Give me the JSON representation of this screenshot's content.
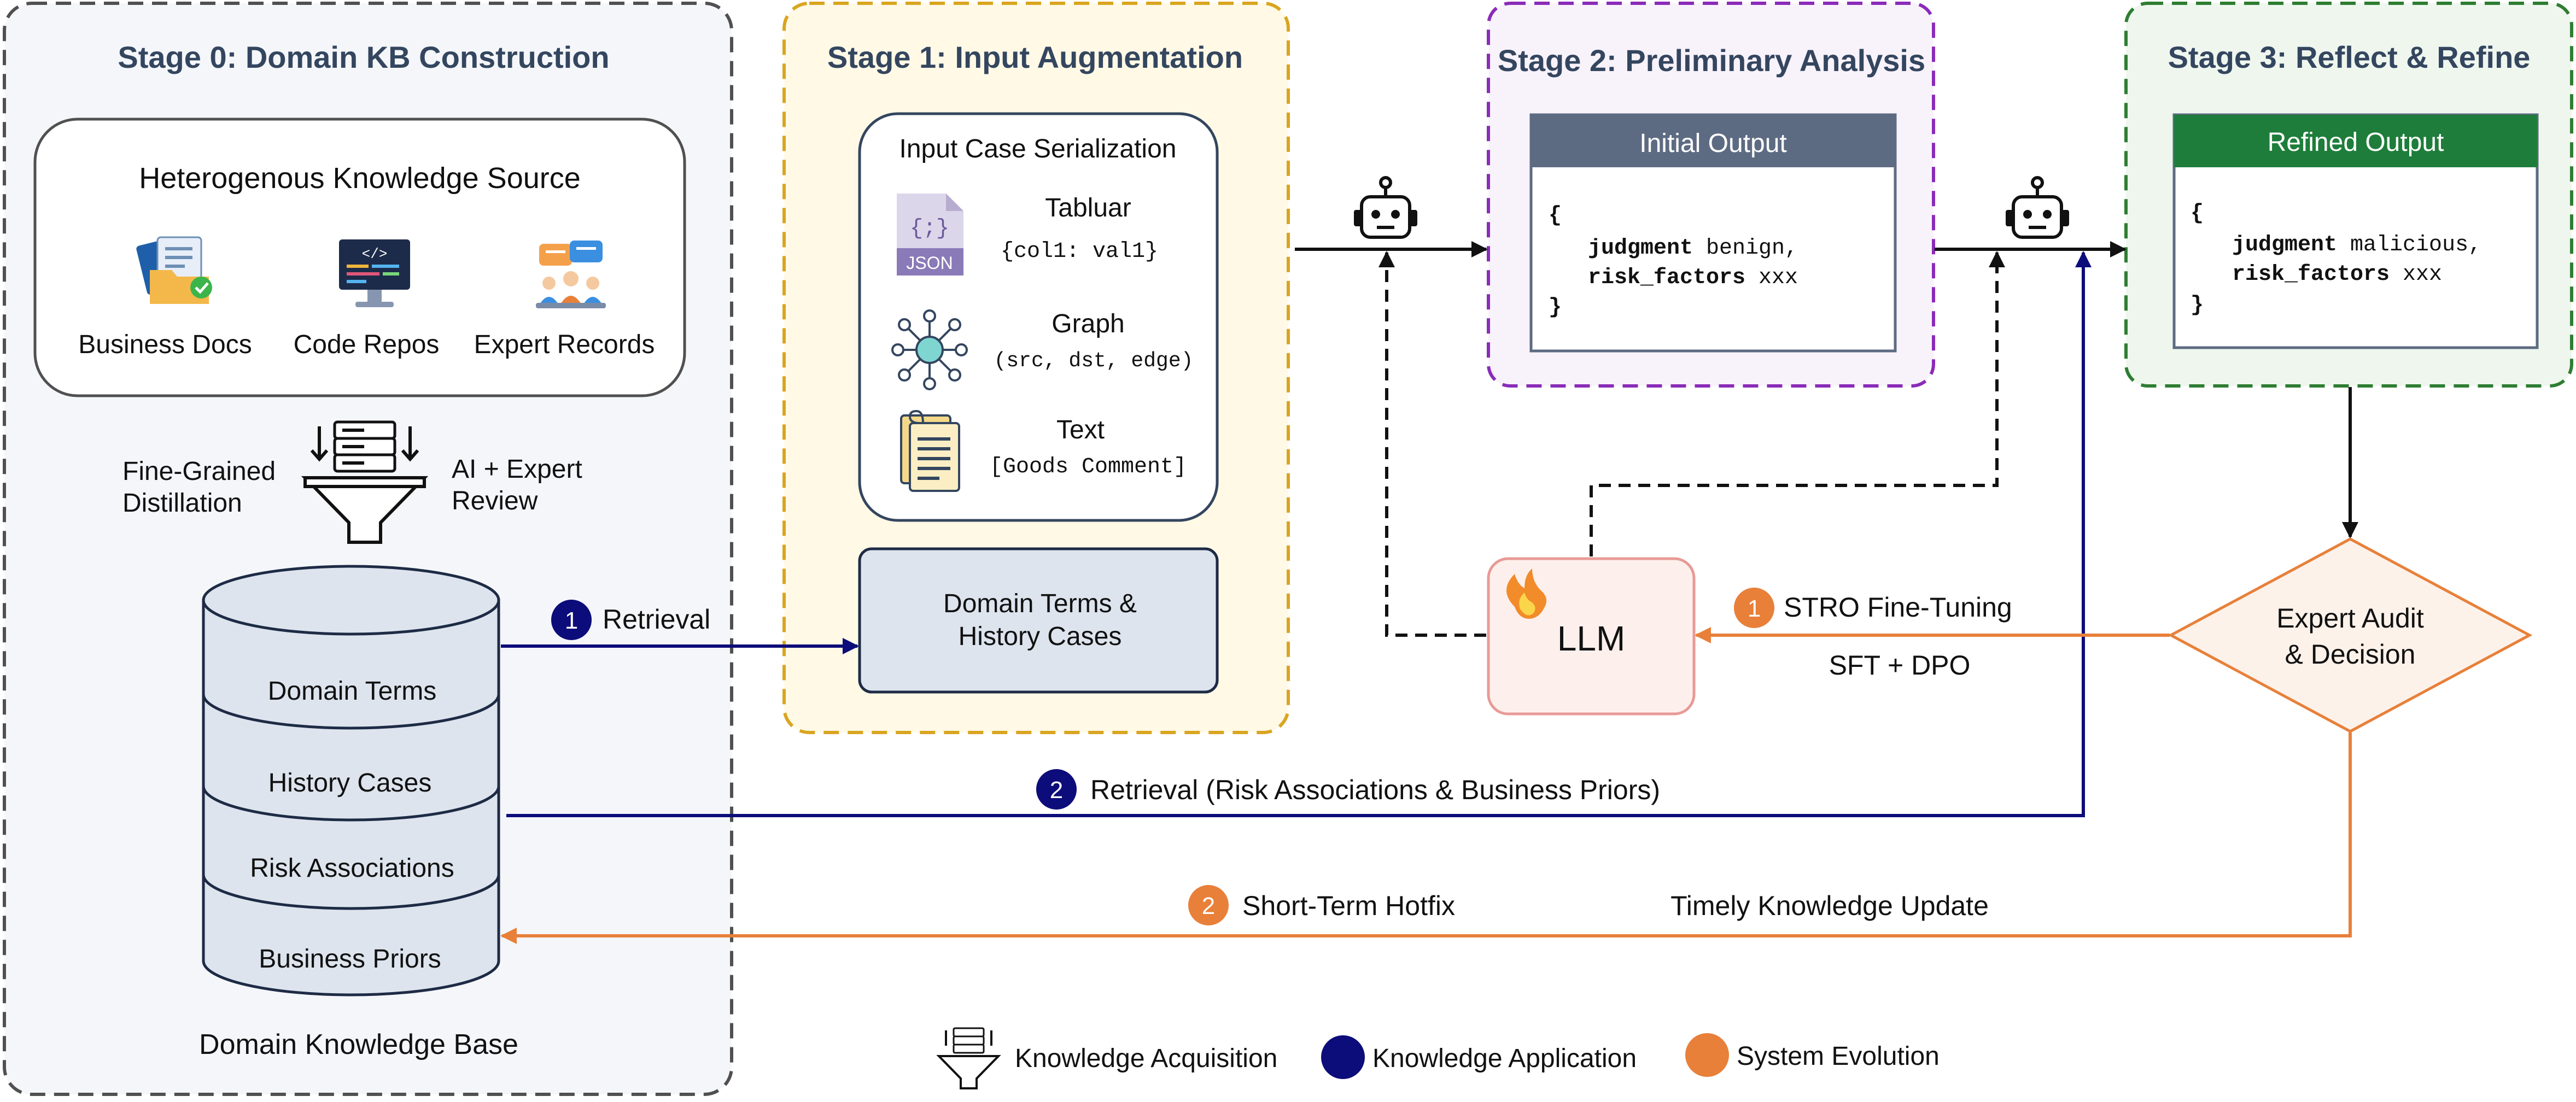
{
  "stage0": {
    "title": "Stage 0: Domain KB Construction",
    "source_box_title": "Heterogenous Knowledge Source",
    "sources": [
      "Business Docs",
      "Code Repos",
      "Expert Records"
    ],
    "distill_left": [
      "Fine-Grained",
      "Distillation"
    ],
    "distill_right": [
      "AI + Expert",
      "Review"
    ],
    "kb_layers": [
      "Domain Terms",
      "History Cases",
      "Risk Associations",
      "Business Priors"
    ],
    "kb_caption": "Domain Knowledge Base"
  },
  "stage1": {
    "title": "Stage 1: Input Augmentation",
    "serialization_title": "Input Case Serialization",
    "items": [
      {
        "label": "Tabluar",
        "format": "{col1: val1}",
        "icon": "json-file-icon",
        "icon_text": "{;}",
        "icon_badge": "JSON"
      },
      {
        "label": "Graph",
        "format": "(src, dst, edge)",
        "icon": "graph-network-icon"
      },
      {
        "label": "Text",
        "format": "[Goods Comment]",
        "icon": "text-document-icon"
      }
    ],
    "terms_box": [
      "Domain Terms &",
      "History Cases"
    ]
  },
  "stage2": {
    "title": "Stage 2: Preliminary Analysis",
    "output_header": "Initial Output",
    "open_brace": "{",
    "close_brace": "}",
    "fields": [
      {
        "key": "judgment",
        "value": " benign,"
      },
      {
        "key": "risk_factors",
        "value": " xxx"
      }
    ]
  },
  "stage3": {
    "title": "Stage 3: Reflect & Refine",
    "output_header": "Refined Output",
    "open_brace": "{",
    "close_brace": "}",
    "fields": [
      {
        "key": "judgment",
        "value": " malicious,"
      },
      {
        "key": "risk_factors",
        "value": " xxx"
      }
    ]
  },
  "llm": {
    "label": "LLM",
    "icon": "fire-icon"
  },
  "audit": {
    "lines": [
      "Expert Audit",
      "& Decision"
    ]
  },
  "flows": {
    "retrieval1": {
      "num": "1",
      "label": "Retrieval"
    },
    "retrieval2": {
      "num": "2",
      "label": "Retrieval (Risk Associations &  Business Priors)"
    },
    "stro": {
      "num": "1",
      "label": "STRO Fine-Tuning",
      "sub": "SFT + DPO"
    },
    "hotfix": {
      "num": "2",
      "label": "Short-Term Hotfix",
      "sub": "Timely Knowledge Update"
    }
  },
  "legend": [
    {
      "icon": "funnel-icon",
      "label": "Knowledge Acquisition"
    },
    {
      "icon": "navy-dot-icon",
      "label": "Knowledge Application"
    },
    {
      "icon": "orange-dot-icon",
      "label": "System Evolution"
    }
  ],
  "colors": {
    "navy": "#0c0c7a",
    "orange": "#e8803a",
    "stage0_border": "#505050",
    "stage1_border": "#d9a520",
    "stage2_border": "#8a2bb8",
    "stage3_border": "#2e7d32",
    "initial_header": "#5d6b82",
    "refined_header": "#1e7d3a"
  }
}
